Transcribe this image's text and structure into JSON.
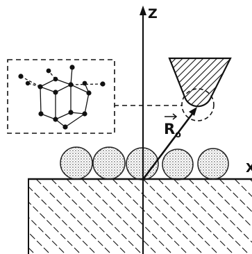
{
  "labels": {
    "z_axis": "Z",
    "x_axis": "X",
    "vector": "R",
    "vector_subscript": "o"
  },
  "colors": {
    "ink": "#111111",
    "background": "#ffffff"
  }
}
